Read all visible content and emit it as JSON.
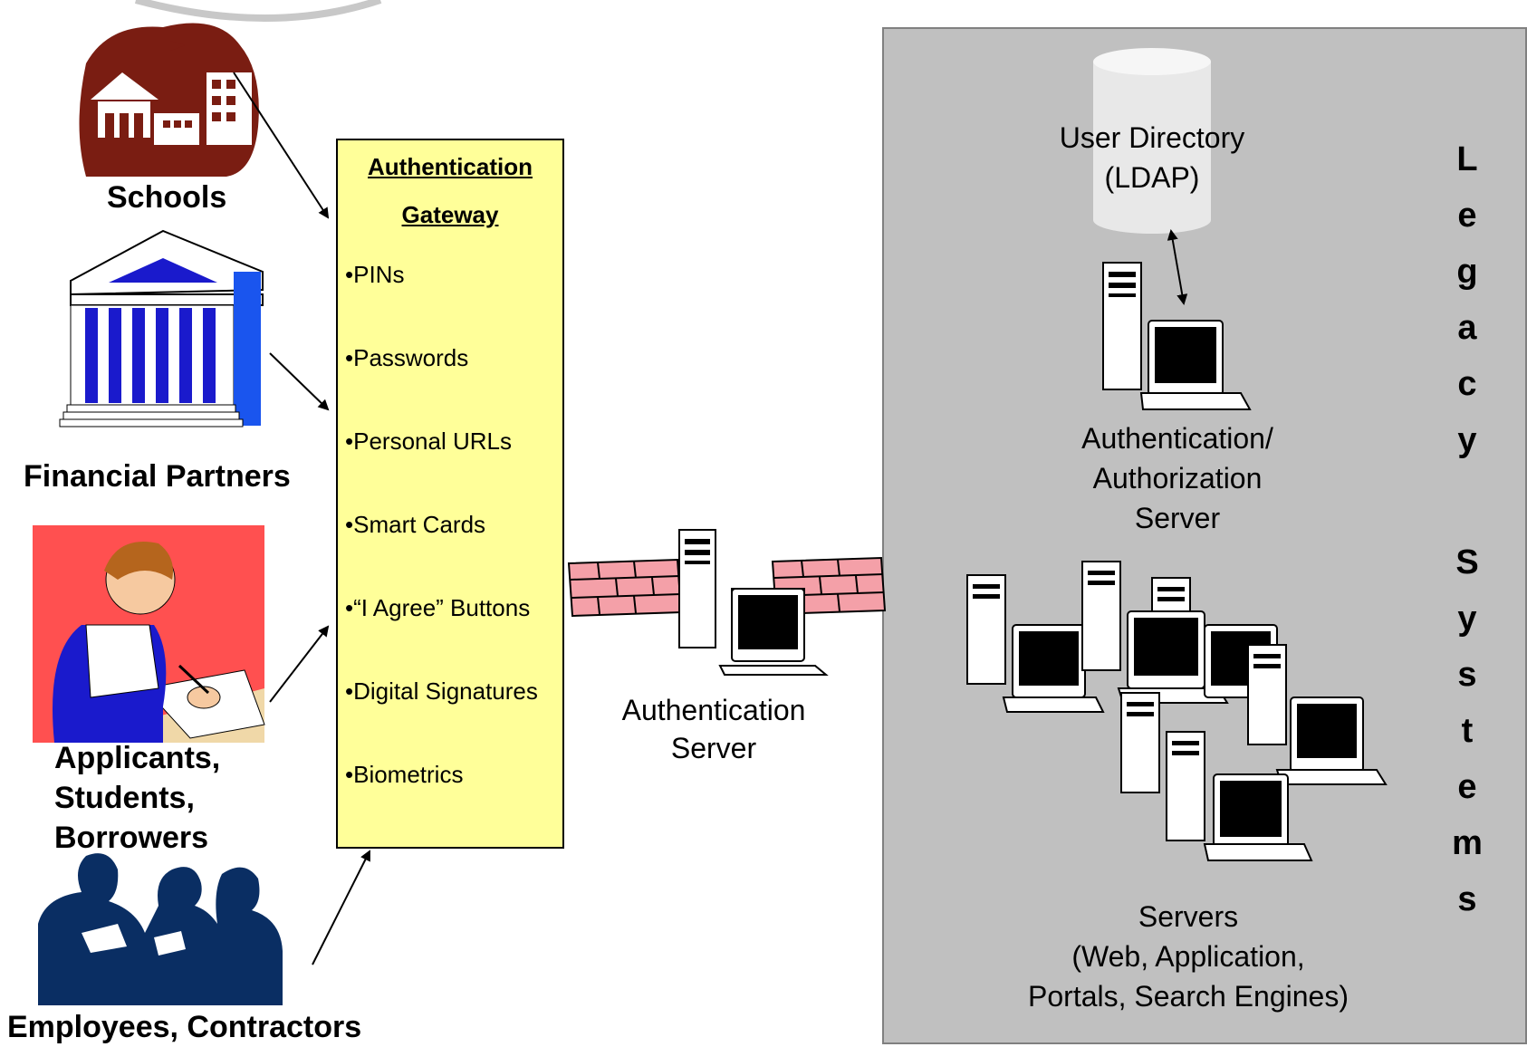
{
  "sources": {
    "schools": "Schools",
    "financial_partners": "Financial Partners",
    "applicants": [
      "Applicants,",
      "Students,",
      "Borrowers"
    ],
    "employees": "Employees, Contractors"
  },
  "gateway": {
    "title_line1": "Authentication",
    "title_line2": "Gateway",
    "items": [
      "•PINs",
      "•Passwords",
      "•Personal URLs",
      "•Smart Cards",
      "•“I Agree” Buttons",
      "•Digital Signatures",
      "•Biometrics"
    ]
  },
  "auth_server": [
    "Authentication",
    "Server"
  ],
  "legacy": {
    "user_directory": [
      "User Directory",
      "(LDAP)"
    ],
    "authz_server": [
      "Authentication/",
      "Authorization",
      "Server"
    ],
    "servers": [
      "Servers",
      "(Web, Application,",
      "Portals, Search Engines)"
    ],
    "vertical_title_1": [
      "L",
      "e",
      "g",
      "a",
      "c",
      "y"
    ],
    "vertical_title_2": [
      "S",
      "y",
      "s",
      "t",
      "e",
      "m",
      "s"
    ]
  },
  "colors": {
    "gateway_fill": "#ffff99",
    "legacy_fill": "#c0c0c0",
    "firewall": "#f4a0a8",
    "school": "#7a1d12",
    "bank_blue": "#1a1acc",
    "silhouette": "#0a2e63"
  }
}
